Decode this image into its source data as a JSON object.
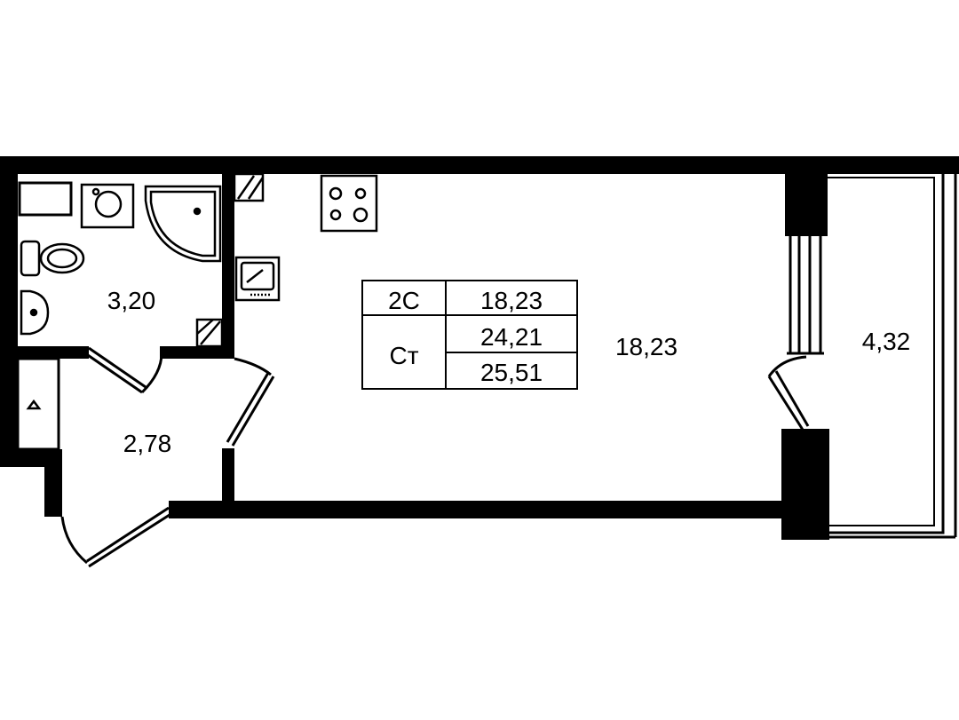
{
  "rooms": {
    "bathroom": {
      "area": "3,20"
    },
    "hallway": {
      "area": "2,78"
    },
    "main_room": {
      "area": "18,23"
    },
    "balcony": {
      "area": "4,32"
    }
  },
  "summary_table": {
    "type_code": "2С",
    "living_area": "18,23",
    "category": "Ст",
    "total_area": "24,21",
    "total_with_balcony": "25,51"
  }
}
